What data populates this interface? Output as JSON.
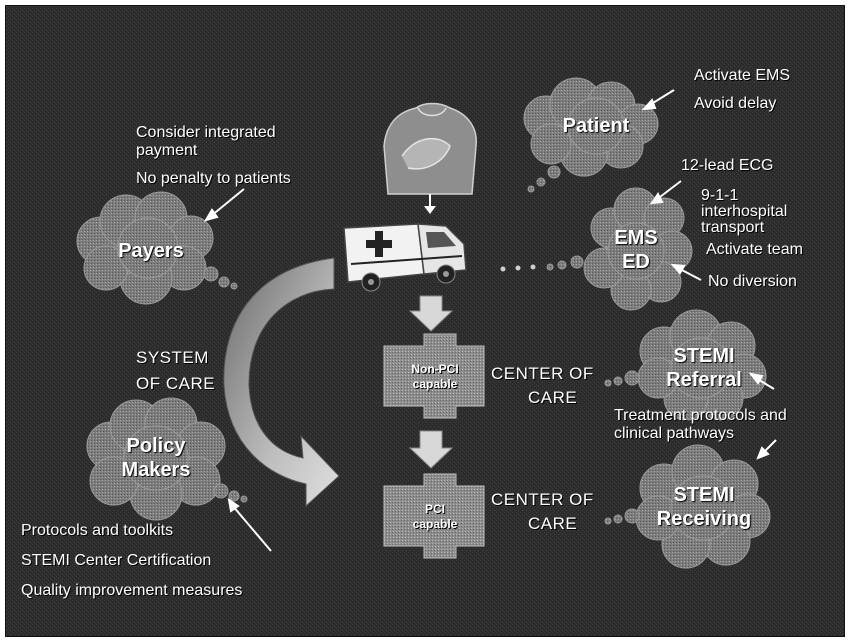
{
  "clouds": {
    "patient": "Patient",
    "payers": "Payers",
    "ems_ed": [
      "EMS",
      "ED"
    ],
    "policy_makers": [
      "Policy",
      "Makers"
    ],
    "stemi_referral": [
      "STEMI",
      "Referral"
    ],
    "stemi_receiving": [
      "STEMI",
      "Receiving"
    ]
  },
  "patient_notes": [
    "Activate EMS",
    "Avoid delay"
  ],
  "ems_notes": {
    "ecg": "12-lead ECG",
    "transport": [
      "9-1-1",
      "interhospital",
      "transport"
    ],
    "team": "Activate team",
    "diversion": "No diversion"
  },
  "payer_notes": {
    "integrated": [
      "Consider integrated",
      "payment"
    ],
    "penalty": "No penalty to patients"
  },
  "system_of_care": [
    "SYSTEM",
    "OF CARE"
  ],
  "centers": {
    "non_pci": [
      "Non-PCI",
      "capable"
    ],
    "pci": [
      "PCI",
      "capable"
    ],
    "center_label": [
      "CENTER OF",
      "CARE"
    ]
  },
  "treatment_notes": [
    "Treatment protocols and",
    "clinical pathways"
  ],
  "policy_notes": [
    "Protocols and toolkits",
    "STEMI Center Certification",
    "Quality improvement measures"
  ],
  "colors": {
    "background": "#2e2e2e",
    "cloud": "#8a8a8a",
    "cross": "#9a9a9a",
    "arrow": "#ffffff",
    "text": "#ffffff"
  },
  "icons": [
    "patient-figure-icon",
    "ambulance-icon",
    "system-curve-arrow-icon",
    "down-arrow-icon"
  ]
}
